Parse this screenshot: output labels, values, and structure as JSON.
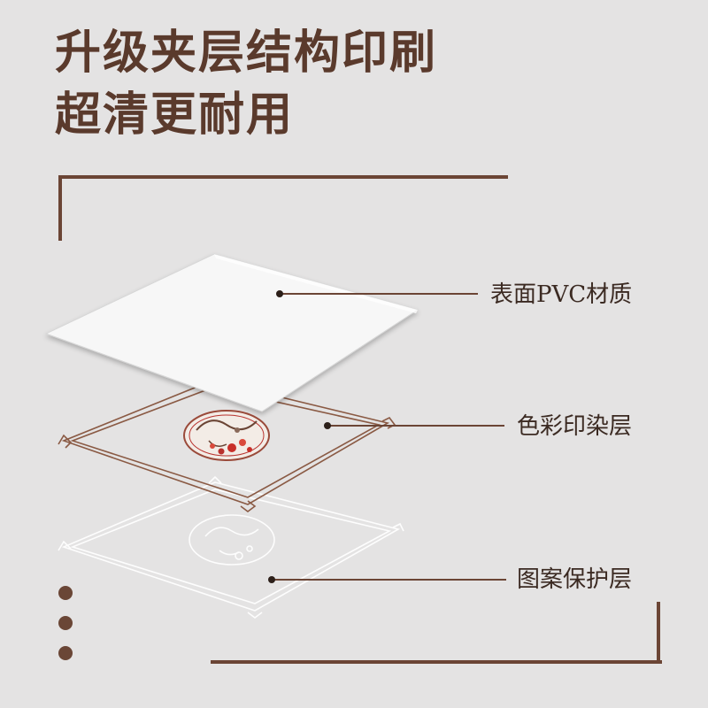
{
  "heading": {
    "line1": "升级夹层结构印刷",
    "line2": "超清更耐用"
  },
  "layers": [
    {
      "label": "表面PVC材质"
    },
    {
      "label": "色彩印染层"
    },
    {
      "label": "图案保护层"
    }
  ],
  "colors": {
    "background": "#e4e3e3",
    "accent_brown": "#6b4535",
    "title_text": "#5a3a2c",
    "body_text": "#3b2a22",
    "print_red": "#b8322e",
    "frame_brown": "#8a5a44"
  },
  "icons": [
    "pagination-dots"
  ]
}
